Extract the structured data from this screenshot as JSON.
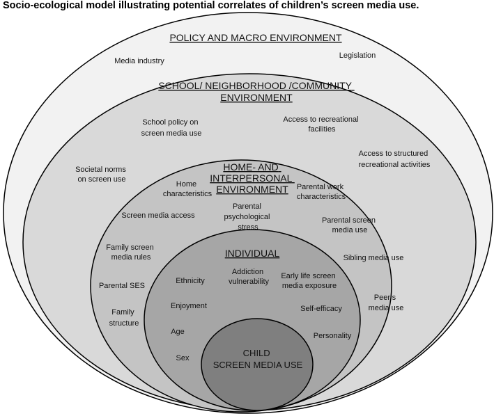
{
  "title": "Socio-ecological model illustrating potential correlates of children’s screen media use.",
  "colors": {
    "policy_fill": "#f2f2f2",
    "school_fill": "#d9d9d9",
    "home_fill": "#c4c4c4",
    "individual_fill": "#a6a6a6",
    "child_fill": "#7f7f7f",
    "stroke": "#000000"
  },
  "policy": {
    "header": "POLICY AND MACRO ENVIRONMENT",
    "items": [
      "Media industry",
      "Legislation"
    ]
  },
  "school": {
    "header": [
      "SCHOOL/ NEIGHBORHOOD /COMMUNITY",
      "ENVIRONMENT"
    ],
    "items": [
      [
        "School policy on",
        "screen media use"
      ],
      [
        "Access to recreational",
        "facilities"
      ],
      [
        "Access to structured",
        "recreational activities"
      ],
      [
        "Societal norms",
        "on screen use"
      ]
    ]
  },
  "home": {
    "header": [
      "HOME- AND",
      "INTERPERSONAL",
      "ENVIRONMENT"
    ],
    "items": [
      [
        "Home",
        "characteristics"
      ],
      [
        "Parental work",
        "characteristics"
      ],
      [
        "Screen media access"
      ],
      [
        "Parental",
        "psychological",
        "stress"
      ],
      [
        "Parental screen",
        "media use"
      ],
      [
        "Family screen",
        "media rules"
      ],
      [
        "Sibling media use"
      ],
      [
        "Parental SES"
      ],
      [
        "Peer’s",
        "media use"
      ],
      [
        "Family",
        "structure"
      ]
    ]
  },
  "individual": {
    "header": "INDIVIDUAL",
    "items": [
      [
        "Ethnicity"
      ],
      [
        "Addiction",
        "vulnerability"
      ],
      [
        "Early life screen",
        "media exposure"
      ],
      [
        "Enjoyment"
      ],
      [
        "Self-efficacy"
      ],
      [
        "Age"
      ],
      [
        "Personality"
      ],
      [
        "Sex"
      ]
    ]
  },
  "child": {
    "label": [
      "CHILD",
      "SCREEN MEDIA USE"
    ]
  }
}
